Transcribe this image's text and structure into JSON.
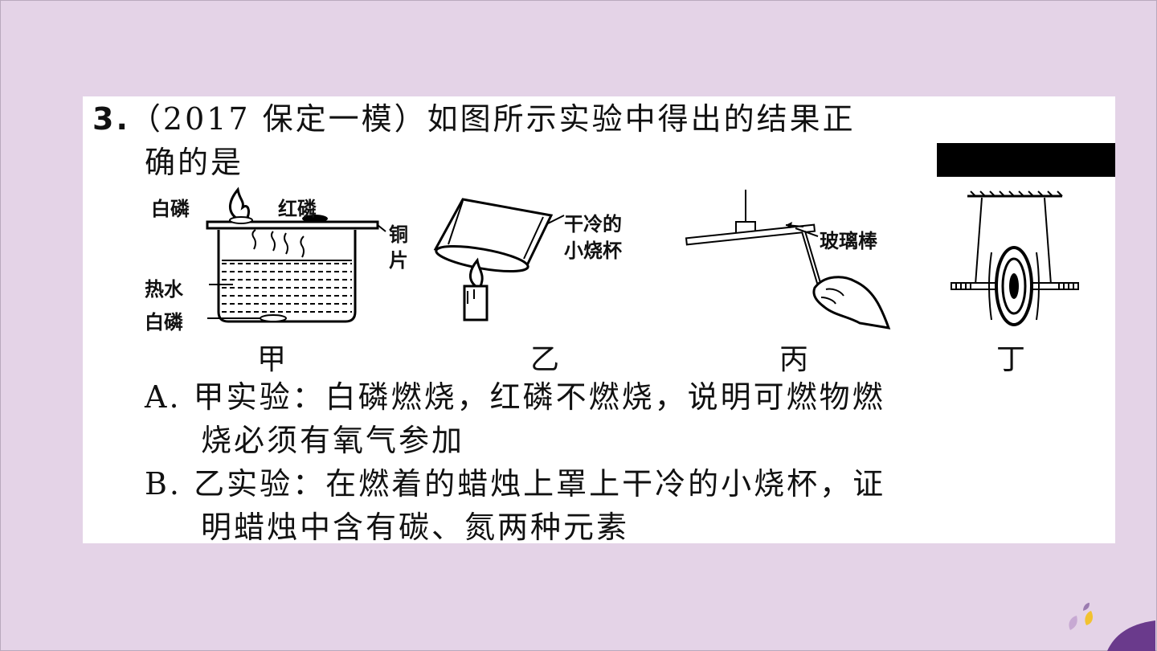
{
  "question": {
    "number": "3.",
    "line1": "（2017 保定一模）如图所示实验中得出的结果正",
    "line2": "确的是"
  },
  "figures": {
    "jia": {
      "caption": "甲",
      "labels": {
        "white_phosphorus_top": "白磷",
        "red_phosphorus": "红磷",
        "copper_1": "铜",
        "copper_2": "片",
        "hot_water": "热水",
        "white_phosphorus_bottom": "白磷"
      }
    },
    "yi": {
      "caption": "乙",
      "labels": {
        "line1": "干冷的",
        "line2": "小烧杯"
      }
    },
    "bing": {
      "caption": "丙",
      "labels": {
        "glass_rod": "玻璃棒"
      }
    },
    "ding": {
      "caption": "丁"
    }
  },
  "options": {
    "a_line1": "A. 甲实验：白磷燃烧，红磷不燃烧，说明可燃物燃",
    "a_line2": "烧必须有氧气参加",
    "b_line1": "B. 乙实验：在燃着的蜡烛上罩上干冷的小烧杯，证",
    "b_line2": "明蜡烛中含有碳、氮两种元素"
  },
  "colors": {
    "background": "#e4d3e7",
    "card": "#ffffff",
    "deco_purple": "#6a3a8c",
    "deco_yellow": "#f2c230"
  }
}
